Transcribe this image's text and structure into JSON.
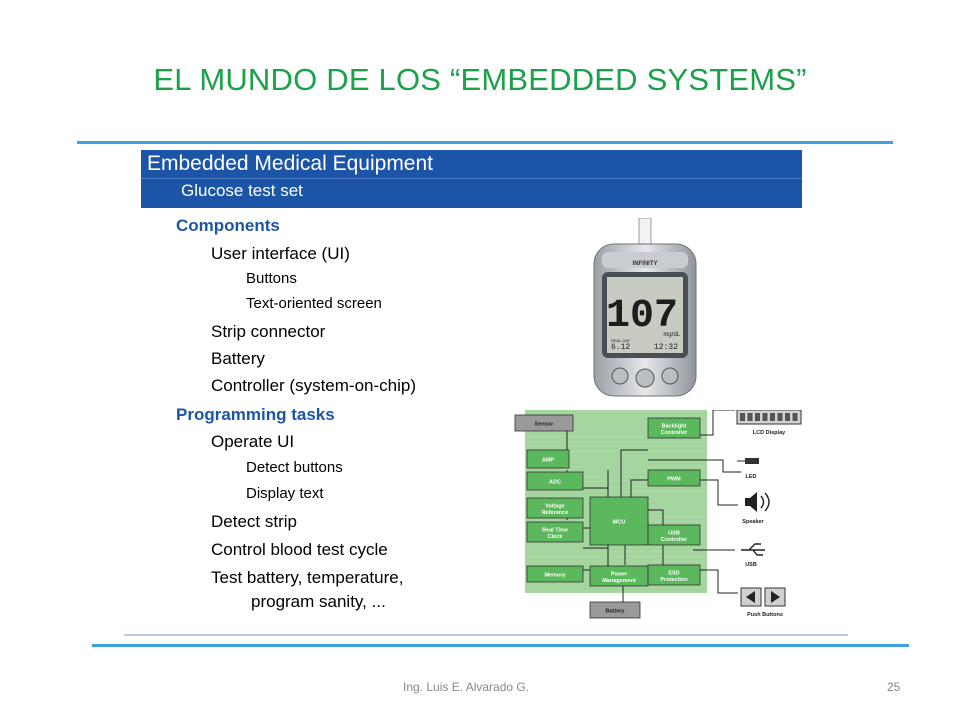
{
  "slide": {
    "title": "EL MUNDO DE LOS “EMBEDDED SYSTEMS”",
    "footer_author": "Ing. Luis E. Alvarado G.",
    "page_number": "25"
  },
  "banner": {
    "title": "Embedded Medical Equipment",
    "subtitle": "Glucose test set"
  },
  "outline": [
    {
      "level": "h",
      "text": "Components"
    },
    {
      "level": "l1",
      "text": "User interface (UI)"
    },
    {
      "level": "l2",
      "text": "Buttons"
    },
    {
      "level": "l2",
      "text": "Text-oriented screen"
    },
    {
      "level": "l1",
      "text": "Strip connector"
    },
    {
      "level": "l1",
      "text": "Battery"
    },
    {
      "level": "l1",
      "text": "Controller (system-on-chip)"
    },
    {
      "level": "h",
      "text": "Programming tasks"
    },
    {
      "level": "l1",
      "text": "Operate UI"
    },
    {
      "level": "l2",
      "text": "Detect buttons"
    },
    {
      "level": "l2",
      "text": "Display text"
    },
    {
      "level": "l1",
      "text": "Detect strip"
    },
    {
      "level": "l1",
      "text": "Control blood test cycle"
    },
    {
      "level": "l1",
      "text": "Test battery, temperature,"
    },
    {
      "level": "l1c",
      "text": "program sanity, ..."
    }
  ],
  "device": {
    "brand": "INFINITY",
    "reading": "107",
    "unit": "mg/dL",
    "date": "6.12",
    "time": "12:32",
    "memory_label": "REAL DAT"
  },
  "diagram": {
    "blocks": {
      "sensor": "Sensor",
      "amp": "AMP",
      "adc": "ADC",
      "vref": "Voltage Reference",
      "rtc": "Real Time Clock",
      "memory": "Memory",
      "mcu": "MCU",
      "power": "Power Management",
      "backlight": "Backlight Controller",
      "pwm": "PWM",
      "usb_ctrl": "USB Controller",
      "esd": "ESD Protection",
      "battery": "Battery"
    },
    "peripherals": {
      "lcd": "LCD Display",
      "led": "LED",
      "speaker": "Speaker",
      "usb": "USB",
      "push": "Push Buttons"
    },
    "colors": {
      "block_fill": "#5cb85c",
      "board_fill": "#a7d7a0",
      "gray_block": "#9a9a9a"
    }
  }
}
